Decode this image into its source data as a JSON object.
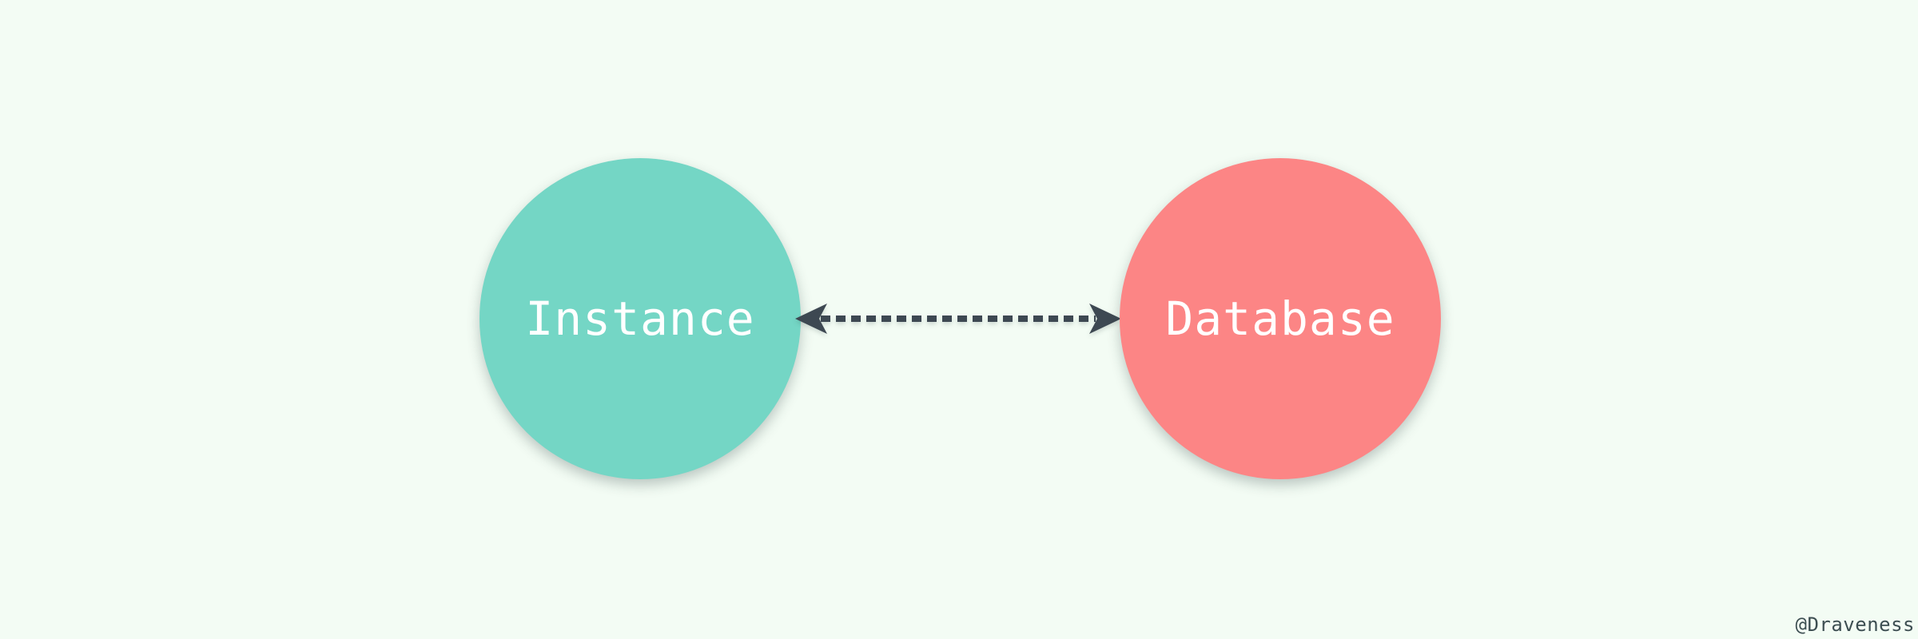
{
  "canvas": {
    "background": "#F3FCF4"
  },
  "diagram": {
    "nodes": [
      {
        "id": "instance",
        "label": "Instance",
        "shape": "circle",
        "fill": "#74D6C5",
        "text_color": "#FFFFFF"
      },
      {
        "id": "database",
        "label": "Database",
        "shape": "circle",
        "fill": "#FC8585",
        "text_color": "#FFFFFF"
      }
    ],
    "connector": {
      "type": "dashed-line",
      "direction": "bidirectional",
      "color": "#3D4852"
    }
  },
  "watermark": {
    "text": "@Draveness",
    "color": "#3D4E52"
  }
}
